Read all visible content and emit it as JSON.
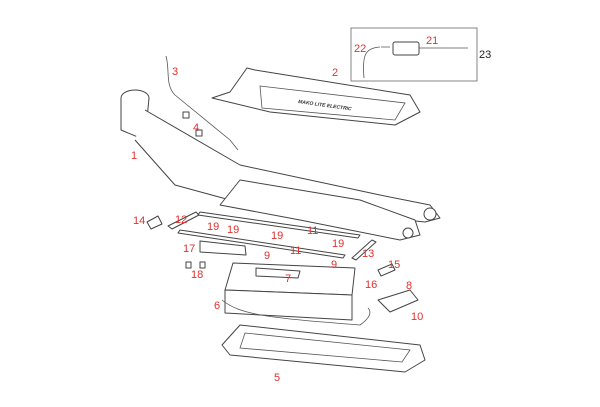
{
  "diagram": {
    "label_color": "#e0312f",
    "grip_tape_logo": "MAKO LITE ELECTRIC",
    "labels": {
      "deck": "1",
      "grip_tape": "2",
      "cable": "3",
      "cable_clips": "4",
      "bottom_cover": "5",
      "battery_strap": "6",
      "battery": "7",
      "controller": "8",
      "screw_9a": "9",
      "screw_9b": "9",
      "screw_10": "10",
      "bar_11a": "11",
      "bar_11b": "11",
      "plate_12": "12",
      "plate_13": "13",
      "port_14": "14",
      "bracket_15": "15",
      "screw_16": "16",
      "switch_17": "17",
      "screws_18": "18",
      "screw_19a": "19",
      "screw_19b": "19",
      "screw_19c": "19",
      "screw_19d": "19",
      "charger": "21",
      "charger_cable": "22",
      "charger_kit": "23"
    }
  }
}
